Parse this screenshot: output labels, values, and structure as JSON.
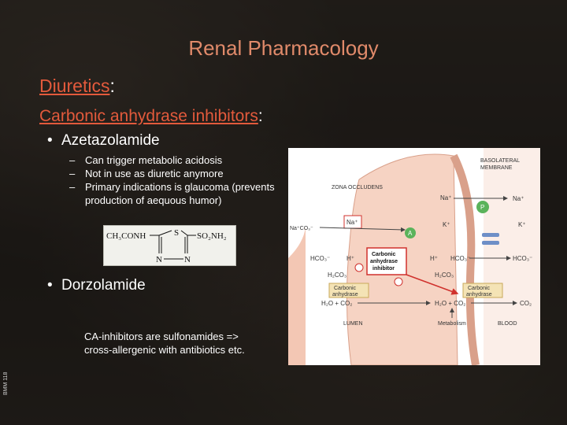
{
  "slide": {
    "title": "Renal Pharmacology",
    "heading1_underlined": "Diuretics",
    "heading1_suffix": ":",
    "heading2_underlined": "Carbonic anhydrase inhibitors",
    "heading2_suffix": ":",
    "bullet_glyph": "•",
    "bullets": [
      {
        "label": "Azetazolamide"
      },
      {
        "label": "Dorzolamide"
      }
    ],
    "sub_dash": "–",
    "sub_items": [
      "Can trigger metabolic acidosis",
      "Not in use as diuretic anymore",
      "Primary indications is glaucoma (prevents production of aequous humor)"
    ],
    "note_line1": "CA-inhibitors are sulfonamides =>",
    "note_line2": "cross-allergenic with antibiotics etc.",
    "side_label": "BMM 118"
  },
  "structure": {
    "left_group": "CH₃CONH",
    "s_atom": "S",
    "right_group": "SO₂NH₂",
    "n1": "N",
    "n2": "N"
  },
  "diagram": {
    "basolateral_line1": "BASOLATERAL",
    "basolateral_line2": "MEMBRANE",
    "zona": "ZONA OCCLUDENS",
    "na_in": "Na⁺",
    "na_out": "Na⁺",
    "p_label": "P",
    "na_box": "Na⁺",
    "a_label": "A",
    "k_in": "K⁺",
    "k_out": "K⁺",
    "na_co3": "Na⁺CO₃⁻",
    "hco3_lumen": "HCO₃⁻",
    "h_lumen": "H⁺",
    "h2co3_lumen": "H₂CO₃",
    "ca_lumen_line1": "Carbonic",
    "ca_lumen_line2": "anhydrase",
    "inhibitor_line1": "Carbonic",
    "inhibitor_line2": "anhydrase",
    "inhibitor_line3": "inhibitor",
    "h_cell": "H⁺",
    "hco3_cell": "HCO₃⁻",
    "hco3_blood": "HCO₃⁻",
    "h2co3_cell": "H₂CO₃",
    "ca_cell_line1": "Carbonic",
    "ca_cell_line2": "anhydrase",
    "h2o_co2_lumen": "H₂O + CO₂",
    "h2o_co2_cell": "H₂O + CO₂",
    "co2_blood": "CO₂",
    "metabolism": "Metabolism",
    "lumen": "LUMEN",
    "blood": "BLOOD"
  }
}
